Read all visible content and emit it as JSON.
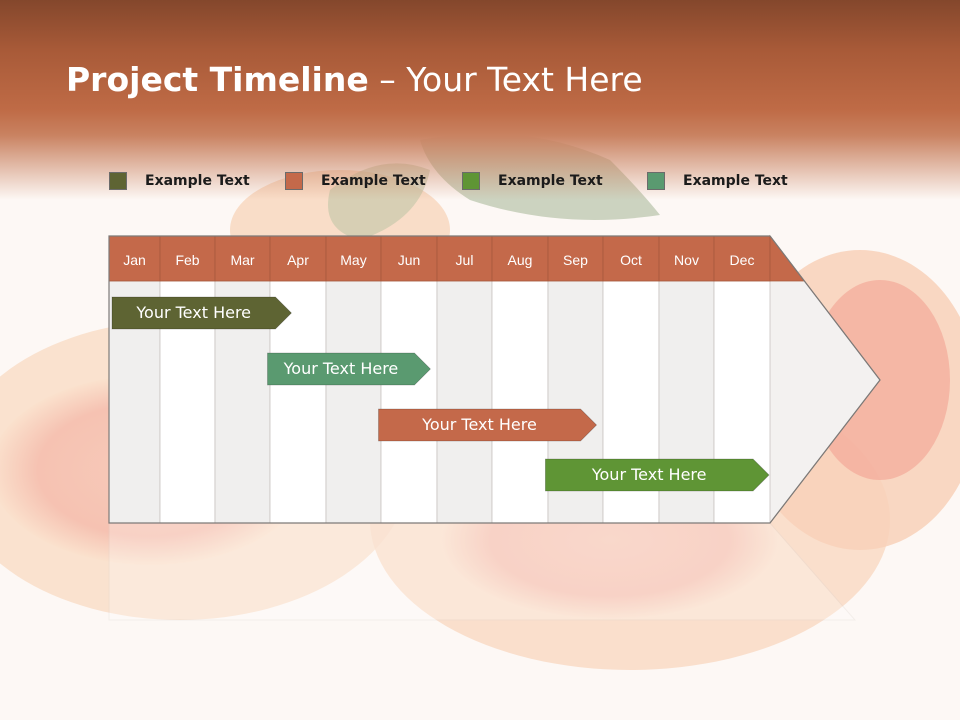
{
  "title": {
    "bold": "Project Timeline",
    "rest": " – Your Text Here"
  },
  "legend": [
    {
      "label": "Example Text",
      "color": "#5e6433"
    },
    {
      "label": "Example Text",
      "color": "#c4694a"
    },
    {
      "label": "Example Text",
      "color": "#5f9535"
    },
    {
      "label": "Example Text",
      "color": "#5a9a70"
    }
  ],
  "months": [
    "Jan",
    "Feb",
    "Mar",
    "Apr",
    "May",
    "Jun",
    "Jul",
    "Aug",
    "Sep",
    "Oct",
    "Nov",
    "Dec"
  ],
  "tasks": [
    {
      "label": "Your  Text Here",
      "start_month": 1.0,
      "end_month": 4.4,
      "color": "#5e6433"
    },
    {
      "label": "Your  Text Here",
      "start_month": 3.9,
      "end_month": 6.9,
      "color": "#5a9a70"
    },
    {
      "label": "Your  Text Here",
      "start_month": 5.9,
      "end_month": 9.9,
      "color": "#c4694a"
    },
    {
      "label": "Your  Text Here",
      "start_month": 8.9,
      "end_month": 13.0,
      "color": "#5f9535"
    }
  ],
  "colors": {
    "header": "#c4694a",
    "banner": "#a85a38"
  }
}
